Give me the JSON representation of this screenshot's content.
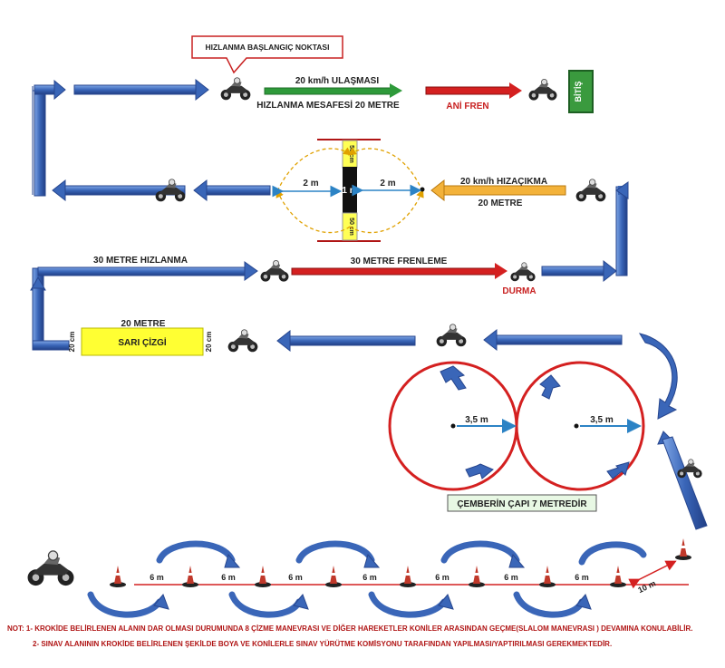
{
  "callout": "HIZLANMA BAŞLANGIÇ NOKTASI",
  "accel": {
    "speed_label": "20 km/h ULAŞMASI",
    "distance_label": "HIZLANMA MESAFESİ 20 METRE"
  },
  "brake": {
    "label": "ANİ FREN"
  },
  "finish": {
    "label": "BİTİŞ"
  },
  "post": {
    "top": "50 cm",
    "middle": "1 m",
    "bottom": "50 cm"
  },
  "slalom_zone": {
    "left_distance": "2 m",
    "right_distance": "2 m",
    "entry_label": "20 km/h HIZAÇIKMA",
    "entry_distance": "20 METRE"
  },
  "row3": {
    "accel_label": "30 METRE HIZLANMA",
    "brake_label": "30 METRE FRENLEME",
    "stop_label": "DURMA"
  },
  "yellow_line": {
    "top_label": "20 METRE",
    "center_label": "SARI ÇİZGİ",
    "left_side": "20 cm",
    "right_side": "20 cm"
  },
  "circles": {
    "left_radius": "3,5 m",
    "right_radius": "3,5 m",
    "caption": "ÇEMBERİN ÇAPI 7 METREDİR"
  },
  "cones": {
    "spacing": [
      "6 m",
      "6 m",
      "6 m",
      "6 m",
      "6 m",
      "6 m",
      "6 m"
    ],
    "end_distance": "10 m"
  },
  "notes": [
    "NOT:  1- KROKİDE BELİRLENEN ALANIN DAR OLMASI DURUMUNDA 8 ÇİZME MANEVRASI  VE DİĞER HAREKETLER KONİLER ARASINDAN GEÇME(SLALOM MANEVRASI ) DEVAMINA KONULABİLİR.",
    "2- SINAV ALANININ KROKİDE BELİRLENEN ŞEKİLDE BOYA VE KONİLERLE SINAV YÜRÜTME KOMİSYONU TARAFINDAN YAPILMASI/YAPTIRILMASI GEREKMEKTEDİR."
  ],
  "colors": {
    "blue_arrow": "#3a66b8",
    "red": "#d42020",
    "green": "#2e9a3a",
    "orange": "#f0a020",
    "yellow": "#ffff33",
    "cone": "#c0392b"
  }
}
